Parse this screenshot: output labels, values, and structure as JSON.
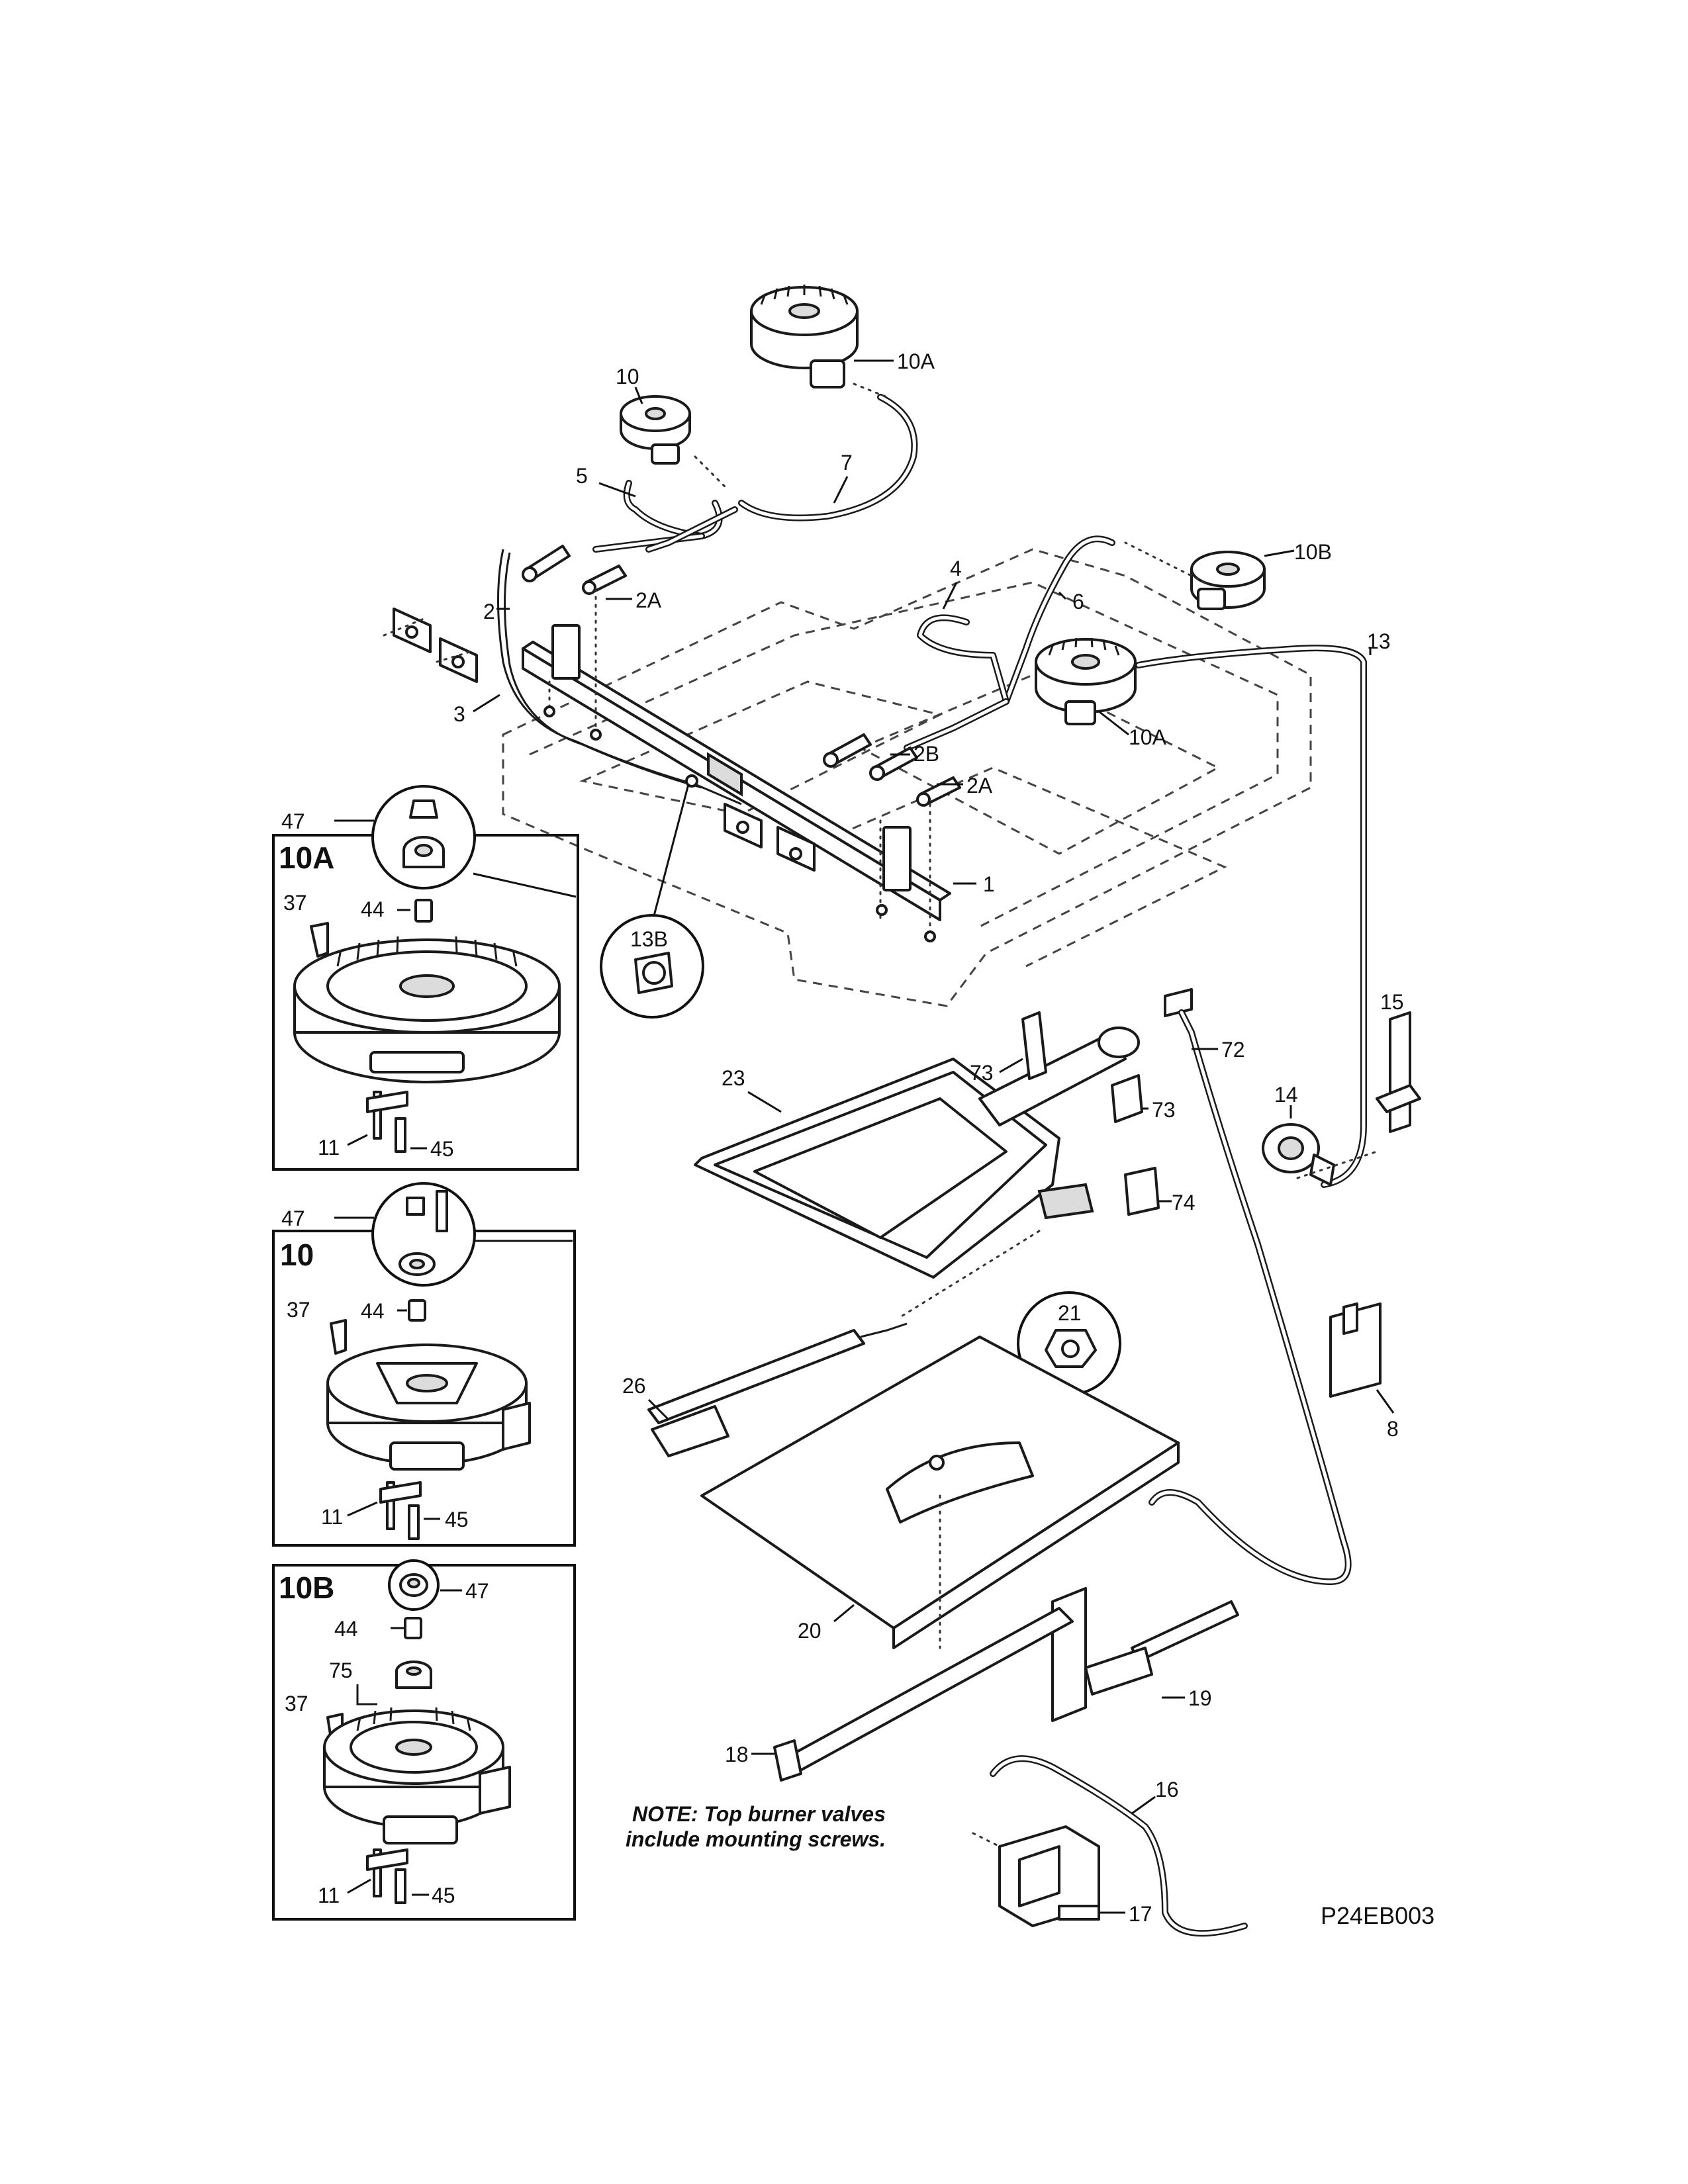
{
  "diagram": {
    "top_callouts": {
      "c10A_top": "10A",
      "c10": "10",
      "c7": "7",
      "c5": "5",
      "c2": "2",
      "c2A_left": "2A",
      "c3": "3",
      "c4": "4",
      "c6": "6",
      "c10B": "10B",
      "c13": "13",
      "c10A_right": "10A",
      "c2B": "2B",
      "c2A_right": "2A",
      "c1": "1",
      "c13B": "13B"
    },
    "lower_callouts": {
      "c15": "15",
      "c14": "14",
      "c72": "72",
      "c73_a": "73",
      "c73_b": "73",
      "c23": "23",
      "c74": "74",
      "c21": "21",
      "c26": "26",
      "c8": "8",
      "c20": "20",
      "c19": "19",
      "c18": "18",
      "c16": "16",
      "c17": "17"
    },
    "detail_10A": {
      "title": "10A",
      "c47": "47",
      "c37": "37",
      "c44": "44",
      "c11": "11",
      "c45": "45"
    },
    "detail_10": {
      "title": "10",
      "c47": "47",
      "c37": "37",
      "c44": "44",
      "c11": "11",
      "c45": "45"
    },
    "detail_10B": {
      "title": "10B",
      "c47": "47",
      "c44": "44",
      "c75": "75",
      "c37": "37",
      "c11": "11",
      "c45": "45"
    },
    "note": {
      "line1": "NOTE: Top burner valves",
      "line2": "include mounting screws."
    },
    "diagram_code": "P24EB003"
  }
}
